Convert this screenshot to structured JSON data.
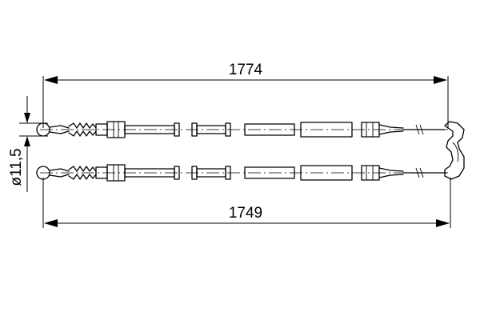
{
  "dimensions": {
    "overall_length": "1774",
    "inner_length": "1749",
    "eye_diameter": "ø11,5"
  }
}
